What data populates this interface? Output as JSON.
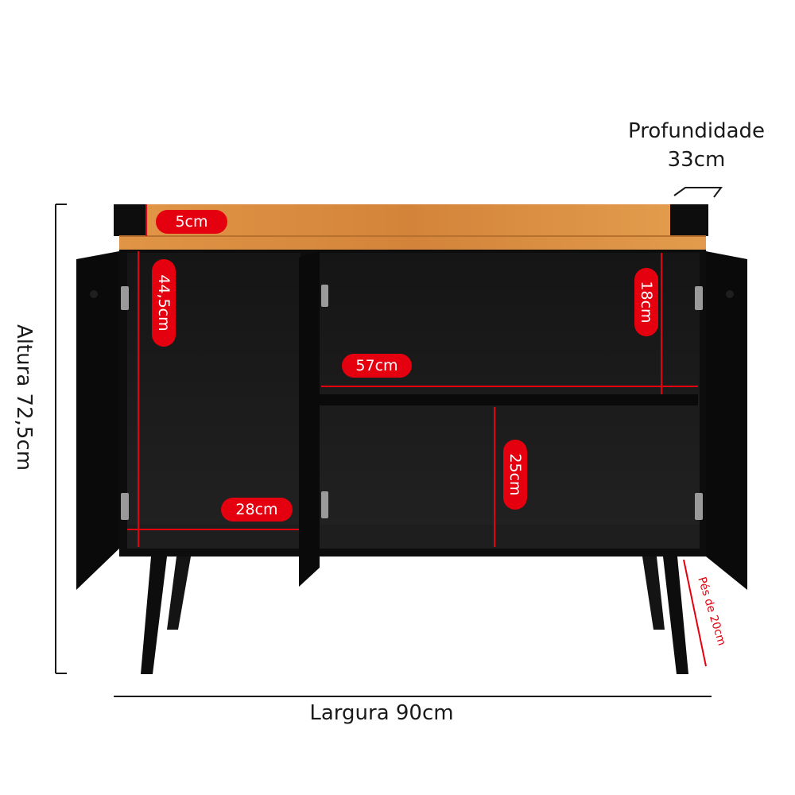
{
  "labels": {
    "depth_title": "Profundidade",
    "depth_value": "33cm",
    "width": "Largura 90cm",
    "height": "Altura 72,5cm",
    "top_rail": "5cm",
    "upper_niche_height": "44,5cm",
    "right_niche_height": "18cm",
    "shelf_width": "57cm",
    "left_niche_width": "28cm",
    "lower_niche_height": "25cm",
    "feet": "Pés de 20cm"
  },
  "colors": {
    "cabinet": "#0d0d0d",
    "cabinet_inner": "#181818",
    "wood": "#d98a3a",
    "dimension_red": "#e4000f",
    "text": "#1a1a1a"
  }
}
